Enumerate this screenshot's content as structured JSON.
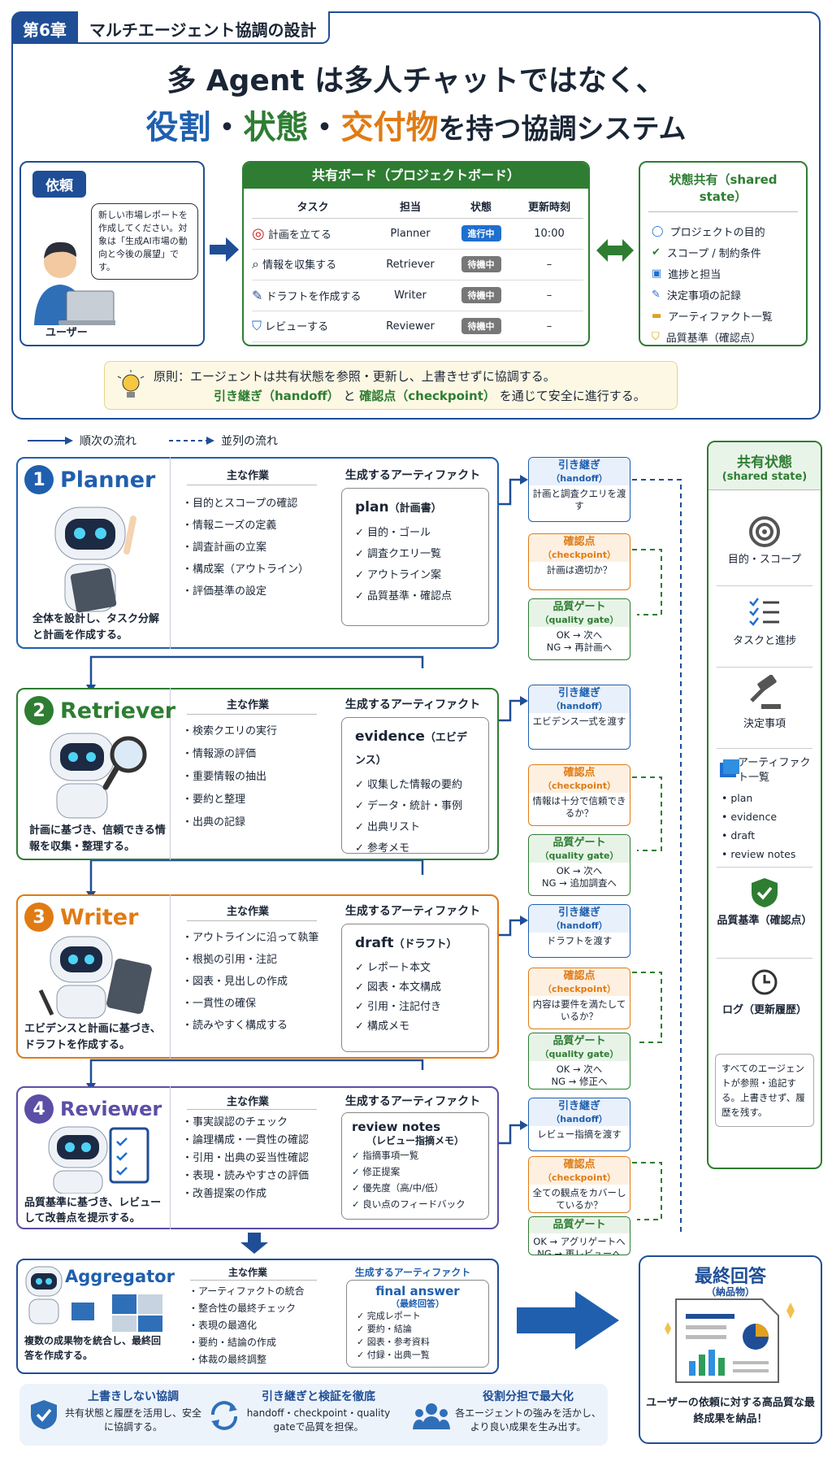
{
  "chapter": {
    "num": "第6章",
    "title": "マルチエージェント協調の設計"
  },
  "headline": {
    "l1": "多 Agent は多人チャットではなく、",
    "w1": "役割",
    "dot1": "・",
    "w2": "状態",
    "dot2": "・",
    "w3": "交付物",
    "rest": "を持つ協調システム"
  },
  "request": {
    "tag": "依頼",
    "bubble": "新しい市場レポートを作成してください。対象は「生成AI市場の動向と今後の展望」です。",
    "user": "ユーザー"
  },
  "board": {
    "title": "共有ボード（プロジェクトボード）",
    "headers": [
      "タスク",
      "担当",
      "状態",
      "更新時刻"
    ],
    "rows": [
      {
        "task": "計画を立てる",
        "owner": "Planner",
        "status": "進行中",
        "time": "10:00"
      },
      {
        "task": "情報を収集する",
        "owner": "Retriever",
        "status": "待機中",
        "time": "–"
      },
      {
        "task": "ドラフトを作成する",
        "owner": "Writer",
        "status": "待機中",
        "time": "–"
      },
      {
        "task": "レビューする",
        "owner": "Reviewer",
        "status": "待機中",
        "time": "–"
      }
    ]
  },
  "shared_top": {
    "title": "状態共有（shared state）",
    "items": [
      "プロジェクトの目的",
      "スコープ / 制約条件",
      "進捗と担当",
      "決定事項の記録",
      "アーティファクト一覧",
      "品質基準（確認点）"
    ]
  },
  "principle": {
    "l1": "原則：エージェントは共有状態を参照・更新し、上書きせずに協調する。",
    "l2a": "引き継ぎ（handoff）",
    "l2b": "と",
    "l2c": "確認点（checkpoint）",
    "l2d": "を通じて安全に進行する。"
  },
  "legend": {
    "seq": "順次の流れ",
    "par": "並列の流れ"
  },
  "labels": {
    "tasks": "主な作業",
    "artifact": "生成するアーティファクト"
  },
  "roles": [
    {
      "num": "1",
      "name": "Planner",
      "desc": "全体を設計し、タスク分解と計画を作成する。",
      "tasks": [
        "目的とスコープの確認",
        "情報ニーズの定義",
        "調査計画の立案",
        "構成案（アウトライン）",
        "評価基準の設定"
      ],
      "art_name": "plan",
      "art_sub": "（計画書）",
      "art_items": [
        "目的・ゴール",
        "調査クエリ一覧",
        "アウトライン案",
        "品質基準・確認点"
      ]
    },
    {
      "num": "2",
      "name": "Retriever",
      "desc": "計画に基づき、信頼できる情報を収集・整理する。",
      "tasks": [
        "検索クエリの実行",
        "情報源の評価",
        "重要情報の抽出",
        "要約と整理",
        "出典の記録"
      ],
      "art_name": "evidence",
      "art_sub": "（エビデンス）",
      "art_items": [
        "収集した情報の要約",
        "データ・統計・事例",
        "出典リスト",
        "参考メモ"
      ]
    },
    {
      "num": "3",
      "name": "Writer",
      "desc": "エビデンスと計画に基づき、ドラフトを作成する。",
      "tasks": [
        "アウトラインに沿って執筆",
        "根拠の引用・注記",
        "図表・見出しの作成",
        "一貫性の確保",
        "読みやすく構成する"
      ],
      "art_name": "draft",
      "art_sub": "（ドラフト）",
      "art_items": [
        "レポート本文",
        "図表・本文構成",
        "引用・注記付き",
        "構成メモ"
      ]
    },
    {
      "num": "4",
      "name": "Reviewer",
      "desc": "品質基準に基づき、レビューして改善点を提示する。",
      "tasks": [
        "事実誤認のチェック",
        "論理構成・一貫性の確認",
        "引用・出典の妥当性確認",
        "表現・読みやすさの評価",
        "改善提案の作成"
      ],
      "art_name": "review notes",
      "art_sub": "（レビュー指摘メモ）",
      "art_items": [
        "指摘事項一覧",
        "修正提案",
        "優先度（高/中/低）",
        "良い点のフィードバック"
      ]
    }
  ],
  "aggregator": {
    "name": "Aggregator",
    "desc": "複数の成果物を統合し、最終回答を作成する。",
    "tasks": [
      "アーティファクトの統合",
      "整合性の最終チェック",
      "表現の最適化",
      "要約・結論の作成",
      "体裁の最終調整"
    ],
    "art_name": "final answer",
    "art_sub": "（最終回答）",
    "art_items": [
      "完成レポート",
      "要約・結論",
      "図表・参考資料",
      "付録・出典一覧"
    ]
  },
  "gates": [
    {
      "type": "h",
      "title": "引き継ぎ",
      "sub": "（handoff）",
      "body": "計画と調査クエリを渡す"
    },
    {
      "type": "c",
      "title": "確認点",
      "sub": "（checkpoint）",
      "body": "計画は適切か？"
    },
    {
      "type": "q",
      "title": "品質ゲート",
      "sub": "（quality gate）",
      "body": "OK → 次へ\nNG → 再計画へ"
    },
    {
      "type": "h",
      "title": "引き継ぎ",
      "sub": "（handoff）",
      "body": "エビデンス一式を渡す"
    },
    {
      "type": "c",
      "title": "確認点",
      "sub": "（checkpoint）",
      "body": "情報は十分で信頼できるか？"
    },
    {
      "type": "q",
      "title": "品質ゲート",
      "sub": "（quality gate）",
      "body": "OK → 次へ\nNG → 追加調査へ"
    },
    {
      "type": "h",
      "title": "引き継ぎ",
      "sub": "（handoff）",
      "body": "ドラフトを渡す"
    },
    {
      "type": "c",
      "title": "確認点",
      "sub": "（checkpoint）",
      "body": "内容は要件を満たしているか？"
    },
    {
      "type": "q",
      "title": "品質ゲート",
      "sub": "（quality gate）",
      "body": "OK → 次へ\nNG → 修正へ"
    },
    {
      "type": "h",
      "title": "引き継ぎ",
      "sub": "（handoff）",
      "body": "レビュー指摘を渡す"
    },
    {
      "type": "c",
      "title": "確認点",
      "sub": "（checkpoint）",
      "body": "全ての観点をカバーしているか？"
    },
    {
      "type": "q",
      "title": "品質ゲート",
      "sub": "",
      "body": "OK → アグリゲートへ\nNG → 再レビューへ"
    }
  ],
  "shared_side": {
    "title": "共有状態",
    "sub": "(shared state)",
    "goal": "目的・スコープ",
    "tasks": "タスクと進捗",
    "decisions": "決定事項",
    "artifacts": "アーティファクト一覧",
    "art_list": [
      "plan",
      "evidence",
      "draft",
      "review notes"
    ],
    "quality": "品質基準（確認点）",
    "log": "ログ（更新履歴）",
    "note": "すべてのエージェントが参照・追記する。上書きせず、履歴を残す。"
  },
  "final": {
    "title": "最終回答",
    "sub": "（納品物）",
    "desc": "ユーザーの依頼に対する高品質な最終成果を納品！"
  },
  "bottom": [
    {
      "title": "上書きしない協調",
      "body": "共有状態と履歴を活用し、安全に協調する。"
    },
    {
      "title": "引き継ぎと検証を徹底",
      "body": "handoff・checkpoint・quality gateで品質を担保。"
    },
    {
      "title": "役割分担で最大化",
      "body": "各エージェントの強みを活かし、より良い成果を生み出す。"
    }
  ],
  "colors": {
    "blue": "#1f5fae",
    "green": "#2e7d32",
    "orange": "#e07b14",
    "purple": "#5b4ea6"
  }
}
